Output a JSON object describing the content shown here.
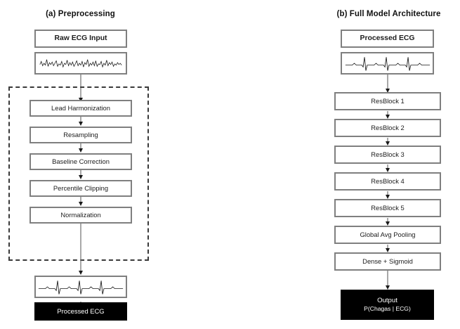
{
  "figure": {
    "background_color": "#ffffff",
    "box_border_color": "#7f7f7f",
    "dashed_border_color": "#3a3a3a",
    "dark_box_color": "#000000",
    "connector_color": "#6e6e6e"
  },
  "panel_a": {
    "title": "(a) Preprocessing",
    "input_box": {
      "label": "Raw ECG Input"
    },
    "input_signal": {
      "name": "raw-ecg-waveform",
      "description": "noisy ECG trace"
    },
    "group_label": "",
    "steps": [
      {
        "label": "Lead Harmonization"
      },
      {
        "label": "Resampling"
      },
      {
        "label": "Baseline Correction"
      },
      {
        "label": "Percentile Clipping"
      },
      {
        "label": "Normalization"
      }
    ],
    "output_signal": {
      "name": "processed-ecg-waveform",
      "description": "clean ECG trace"
    },
    "output_box": {
      "label": "Processed ECG"
    }
  },
  "panel_b": {
    "title": "(b) Full Model Architecture",
    "input_box": {
      "label": "Processed ECG"
    },
    "input_signal": {
      "name": "processed-ecg-waveform",
      "description": "clean ECG trace"
    },
    "layers": [
      {
        "label": "ResBlock 1"
      },
      {
        "label": "ResBlock 2"
      },
      {
        "label": "ResBlock 3"
      },
      {
        "label": "ResBlock 4"
      },
      {
        "label": "ResBlock 5"
      },
      {
        "label": "Global Avg Pooling"
      },
      {
        "label": "Dense + Sigmoid"
      }
    ],
    "output_box": {
      "label": "Output",
      "sublabel": "P(Chagas | ECG)"
    }
  }
}
